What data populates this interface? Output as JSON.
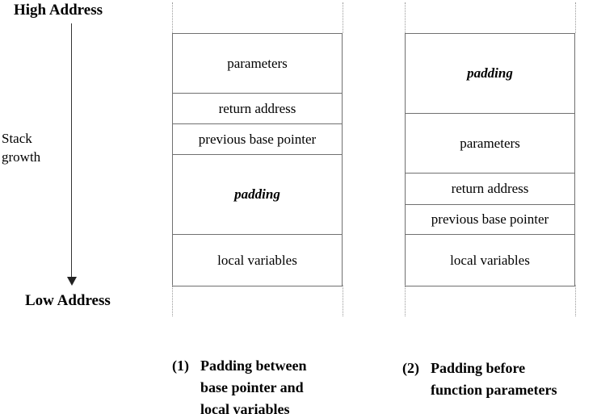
{
  "labels": {
    "high_address": "High Address",
    "low_address": "Low Address",
    "stack_growth_line1": "Stack",
    "stack_growth_line2": "growth"
  },
  "stacks": [
    {
      "name": "stack-1",
      "rows": [
        {
          "label": "parameters",
          "height": 74,
          "style": "normal"
        },
        {
          "label": "return address",
          "height": 38,
          "style": "normal"
        },
        {
          "label": "previous base pointer",
          "height": 38,
          "style": "normal"
        },
        {
          "label": "padding",
          "height": 99,
          "style": "bold-italic"
        },
        {
          "label": "local variables",
          "height": 63,
          "style": "normal"
        }
      ]
    },
    {
      "name": "stack-2",
      "rows": [
        {
          "label": "padding",
          "height": 99,
          "style": "bold-italic"
        },
        {
          "label": "parameters",
          "height": 74,
          "style": "normal"
        },
        {
          "label": "return address",
          "height": 39,
          "style": "normal"
        },
        {
          "label": "previous base pointer",
          "height": 37,
          "style": "normal"
        },
        {
          "label": "local variables",
          "height": 63,
          "style": "normal"
        }
      ]
    }
  ],
  "captions": [
    {
      "marker": "(1)",
      "lines": [
        "Padding between",
        "base pointer and",
        "local variables"
      ]
    },
    {
      "marker": "(2)",
      "lines": [
        "Padding before",
        "function parameters"
      ]
    }
  ],
  "colors": {
    "background": "#ffffff",
    "text": "#000000",
    "box_border": "#707070",
    "dotted_guide": "#9a9a9a",
    "arrow": "#333333"
  }
}
